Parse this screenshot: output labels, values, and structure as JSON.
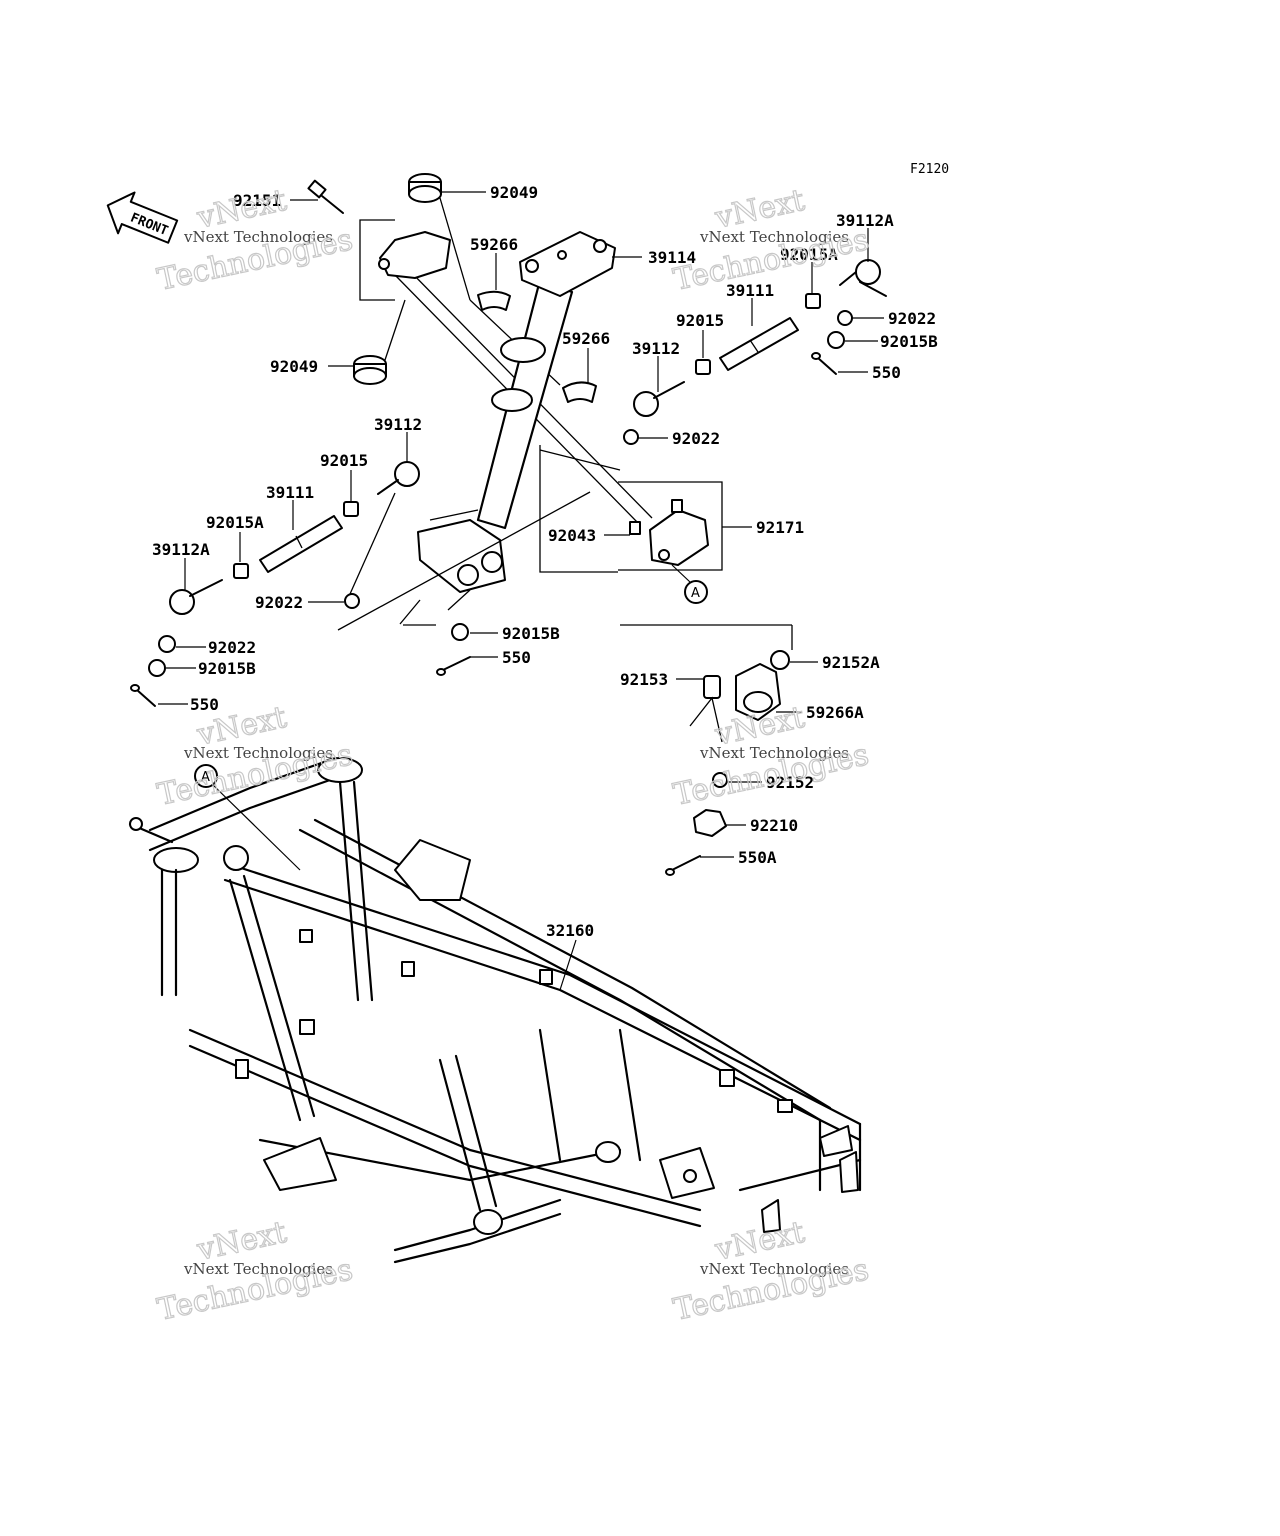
{
  "diagram": {
    "code": "F2120",
    "front_label": "FRONT",
    "callout_marker": "A",
    "watermark": {
      "line1": "vNext",
      "line2": "Technologies",
      "line3": "vNext Technologies"
    },
    "part_labels": {
      "p92151": "92151",
      "p92049_top": "92049",
      "p92049_low": "92049",
      "p59266_upper": "59266",
      "p59266_lower": "59266",
      "p39114": "39114",
      "p92015A_right": "92015A",
      "p39112A_right": "39112A",
      "p39111_right": "39111",
      "p92015_right": "92015",
      "p92022_right_a": "92022",
      "p92015B_right": "92015B",
      "p550_right": "550",
      "p39112_right": "39112",
      "p92022_right_b": "92022",
      "p39112_left": "39112",
      "p92015_left": "92015",
      "p39111_left": "39111",
      "p92015A_left": "92015A",
      "p39112A_left": "39112A",
      "p92043": "92043",
      "p92171": "92171",
      "p92022_left_a": "92022",
      "p92022_left_b": "92022",
      "p92015B_center": "92015B",
      "p92015B_left": "92015B",
      "p550_center": "550",
      "p550_left": "550",
      "p92152A": "92152A",
      "p92153": "92153",
      "p59266A": "59266A",
      "p92152": "92152",
      "p92210": "92210",
      "p550A": "550A",
      "p32160": "32160"
    }
  }
}
